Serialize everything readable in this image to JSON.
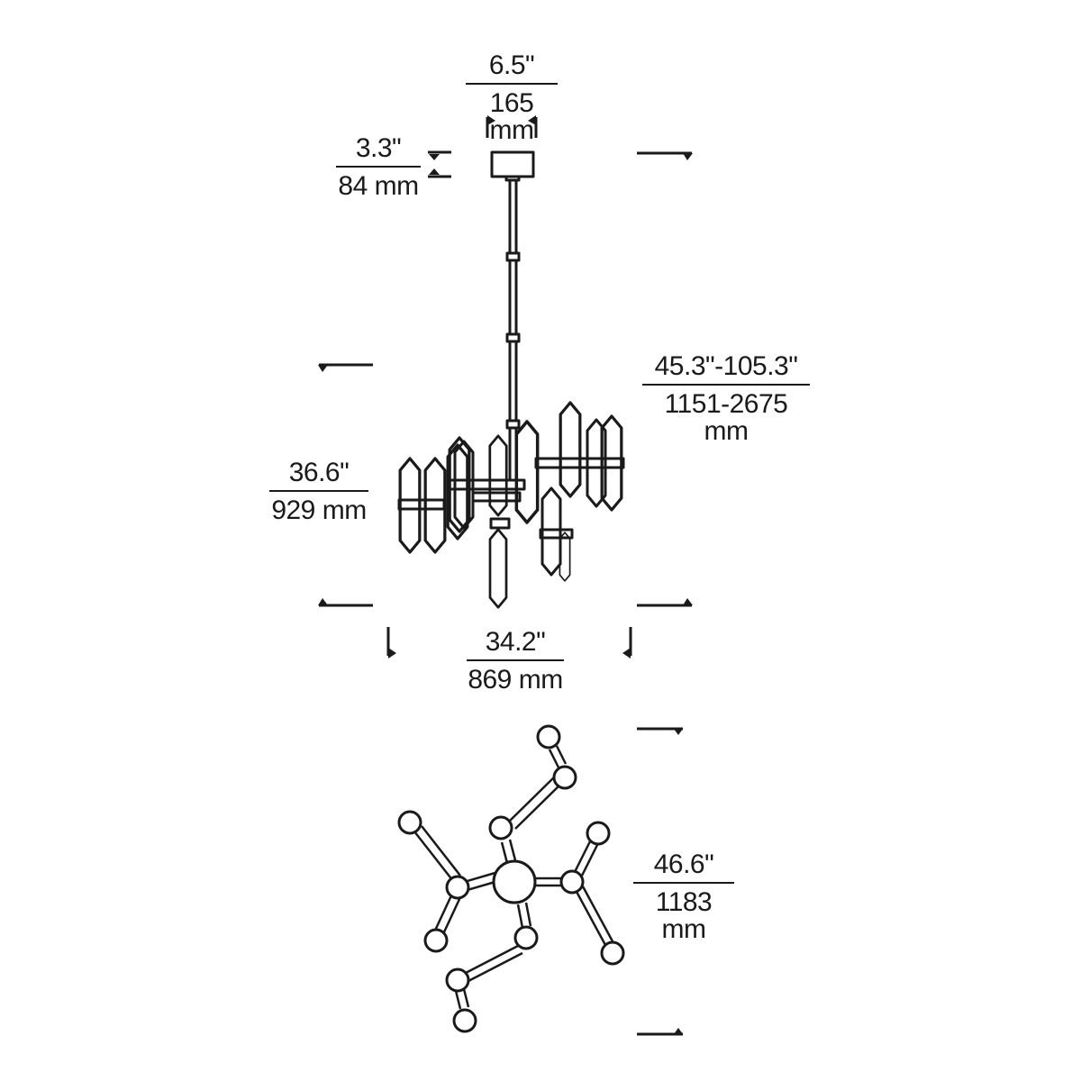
{
  "diagram": {
    "subject": "chandelier-dimension-drawing",
    "stroke_color": "#1a1a1a",
    "background": "#ffffff"
  },
  "dimensions": {
    "canopy_width": {
      "imperial": "6.5\"",
      "metric": "165 mm"
    },
    "canopy_height": {
      "imperial": "3.3\"",
      "metric": "84 mm"
    },
    "overall_height": {
      "imperial": "45.3\"-105.3\"",
      "metric": "1151-2675 mm"
    },
    "fixture_height": {
      "imperial": "36.6\"",
      "metric": "929 mm"
    },
    "fixture_width": {
      "imperial": "34.2\"",
      "metric": "869 mm"
    },
    "plan_diameter": {
      "imperial": "46.6\"",
      "metric": "1183 mm"
    }
  },
  "views": [
    "elevation",
    "plan"
  ]
}
